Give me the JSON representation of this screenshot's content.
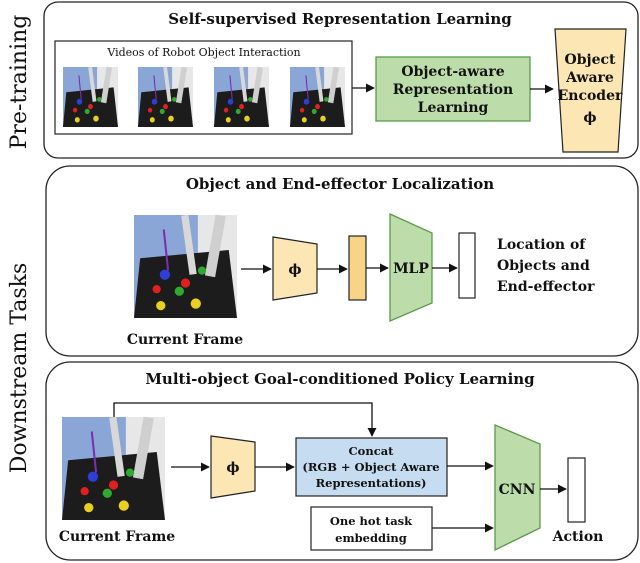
{
  "side_labels": {
    "pretraining": "Pre-training",
    "downstream": "Downstream Tasks"
  },
  "pretraining": {
    "title": "Self-supervised Representation Learning",
    "videos_label": "Videos of Robot Object  Interaction",
    "oarl_line1": "Object-aware",
    "oarl_line2": "Representation",
    "oarl_line3": "Learning",
    "encoder_line1": "Object",
    "encoder_line2": "Aware",
    "encoder_line3": "Encoder",
    "encoder_symbol": "ϕ"
  },
  "localization": {
    "title": "Object and End-effector Localization",
    "frame_label": "Current Frame",
    "phi": "ϕ",
    "mlp": "MLP",
    "out_line1": "Location of",
    "out_line2": "Objects and",
    "out_line3": "End-effector"
  },
  "policy": {
    "title": "Multi-object Goal-conditioned Policy Learning",
    "frame_label": "Current Frame",
    "phi": "ϕ",
    "concat_line1": "Concat",
    "concat_line2": "(RGB + Object Aware",
    "concat_line3": "Representations)",
    "onehot_line1": "One hot task",
    "onehot_line2": "embedding",
    "cnn": "CNN",
    "action": "Action"
  },
  "colors": {
    "encoder_fill": "#fbe6b4",
    "green_fill": "#bcdcaa",
    "green_border": "#5a9a4a",
    "blue_fill": "#c6dcf0",
    "latent_fill": "#f8d486",
    "scene_bg_blue": "#8aa6d6"
  }
}
